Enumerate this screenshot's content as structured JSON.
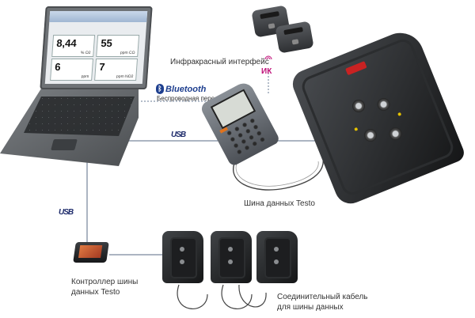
{
  "laptop": {
    "readings": [
      {
        "value": "8,44",
        "unit": "% O2"
      },
      {
        "value": "55",
        "unit": "ppm CO"
      },
      {
        "value": "6",
        "unit": "ppm"
      },
      {
        "value": "7",
        "unit": "ppm NO2"
      }
    ]
  },
  "labels": {
    "infrared": "Инфракрасный интерфейс",
    "ir_tag": "ИК",
    "bluetooth_brand": "Bluetooth",
    "bluetooth_caption": "Беспроводная передача данных*",
    "databus": "Шина данных Testo",
    "controller_line1": "Контроллер шины",
    "controller_line2": "данных Testo",
    "cable_line1": "Соединительный кабель",
    "cable_line2": "для шины данных",
    "usb": "USB"
  },
  "colors": {
    "line": "#5a6b86",
    "ir_accent": "#c0137a",
    "bluetooth": "#1e3f8f"
  }
}
